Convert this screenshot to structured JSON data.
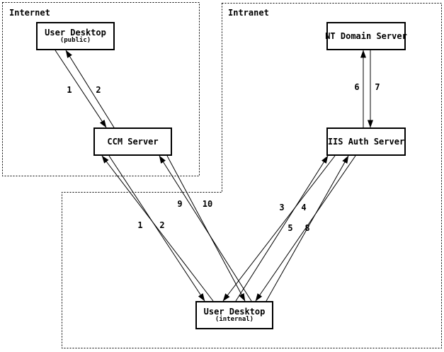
{
  "diagram": {
    "colors": {
      "background": "#ffffff",
      "line": "#000000",
      "text": "#000000"
    },
    "regions": {
      "internet": {
        "label": "Internet"
      },
      "intranet": {
        "label": "Intranet"
      }
    },
    "nodes": {
      "ud_public": {
        "title": "User Desktop",
        "subtitle": "(public)"
      },
      "ccm": {
        "title": "CCM Server"
      },
      "nt_domain": {
        "title": "NT Domain Server"
      },
      "iis": {
        "title": "IIS Auth Server"
      },
      "ud_internal": {
        "title": "User Desktop",
        "subtitle": "(internal)"
      }
    },
    "edge_labels": {
      "public_to_ccm": "1",
      "ccm_to_public": "2",
      "internal_to_iis_a": "3",
      "iis_to_internal_a": "4",
      "internal_to_iis_b": "5",
      "iis_to_nt": "6",
      "nt_to_iis": "7",
      "iis_to_internal_b": "8",
      "internal_to_ccm_b": "9",
      "ccm_to_internal_b": "10",
      "internal_to_ccm": "1",
      "ccm_to_internal": "2"
    }
  }
}
